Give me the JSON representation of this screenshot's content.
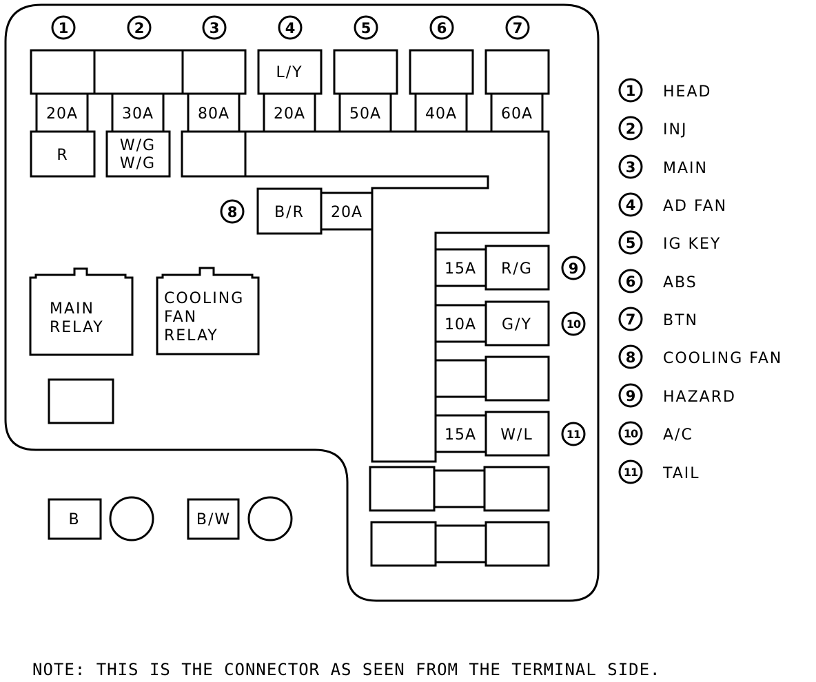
{
  "diagram": {
    "top_fuses": [
      {
        "num": "1",
        "amp": "20A",
        "wire": "R"
      },
      {
        "num": "2",
        "amp": "30A",
        "wire_top": "W/G",
        "wire_bottom": "W/G"
      },
      {
        "num": "3",
        "amp": "80A",
        "wire": ""
      },
      {
        "num": "4",
        "amp": "20A",
        "wire": "L/Y"
      },
      {
        "num": "5",
        "amp": "50A",
        "wire": ""
      },
      {
        "num": "6",
        "amp": "40A",
        "wire": ""
      },
      {
        "num": "7",
        "amp": "60A",
        "wire": ""
      }
    ],
    "fuse8": {
      "num": "8",
      "amp": "20A",
      "wire": "B/R"
    },
    "right_fuses": [
      {
        "num": "9",
        "amp": "15A",
        "wire": "R/G"
      },
      {
        "num": "10",
        "amp": "10A",
        "wire": "G/Y"
      },
      {
        "num": "",
        "amp": "",
        "wire": ""
      },
      {
        "num": "11",
        "amp": "15A",
        "wire": "W/L"
      }
    ],
    "relays": [
      {
        "lines": [
          "MAIN",
          "RELAY"
        ]
      },
      {
        "lines": [
          "COOLING",
          "FAN",
          "RELAY"
        ]
      }
    ],
    "terminals": [
      {
        "wire": "B"
      },
      {
        "wire": "B/W"
      }
    ]
  },
  "legend": [
    {
      "num": "1",
      "label": "HEAD"
    },
    {
      "num": "2",
      "label": "INJ"
    },
    {
      "num": "3",
      "label": "MAIN"
    },
    {
      "num": "4",
      "label": "AD FAN"
    },
    {
      "num": "5",
      "label": "IG KEY"
    },
    {
      "num": "6",
      "label": "ABS"
    },
    {
      "num": "7",
      "label": "BTN"
    },
    {
      "num": "8",
      "label": "COOLING FAN"
    },
    {
      "num": "9",
      "label": "HAZARD"
    },
    {
      "num": "10",
      "label": "A/C"
    },
    {
      "num": "11",
      "label": "TAIL"
    }
  ],
  "note": "NOTE: THIS IS THE CONNECTOR AS SEEN FROM THE TERMINAL SIDE."
}
